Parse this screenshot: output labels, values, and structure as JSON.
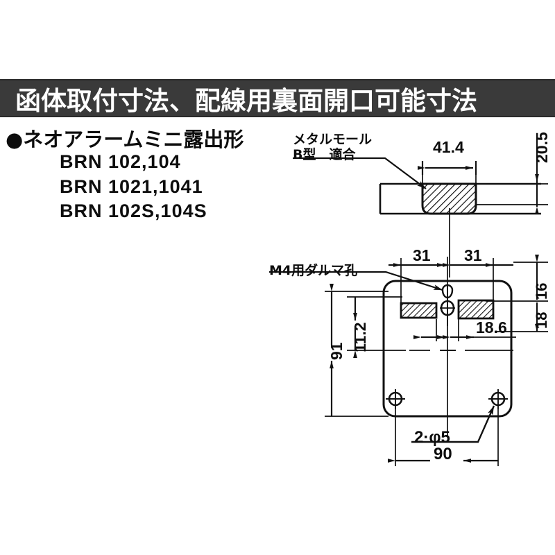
{
  "header": {
    "title": "函体取付寸法、配線用裏面開口可能寸法"
  },
  "models": {
    "heading": "●ネオアラームミニ露出形",
    "lines": [
      "BRN 102,104",
      "BRN 1021,1041",
      "BRN 102S,104S"
    ]
  },
  "drawing": {
    "annotations": {
      "metal_mould_line1": "メタルモール",
      "metal_mould_line2": "B型　適合",
      "keyhole_label": "M4用ダルマ孔",
      "hole_callout": "2·φ5"
    },
    "dimensions": {
      "top_width": "41.4",
      "top_depth": "20.5",
      "pitch_left": "31",
      "pitch_right": "31",
      "edge_upper": "16",
      "edge_lower": "18",
      "slot_offset": "18.6",
      "slot_from_top": "11.2",
      "body_height": "91",
      "body_width": "90"
    },
    "colors": {
      "line": "#111111",
      "title_bar": "#3a3a3a",
      "background": "#ffffff"
    }
  }
}
